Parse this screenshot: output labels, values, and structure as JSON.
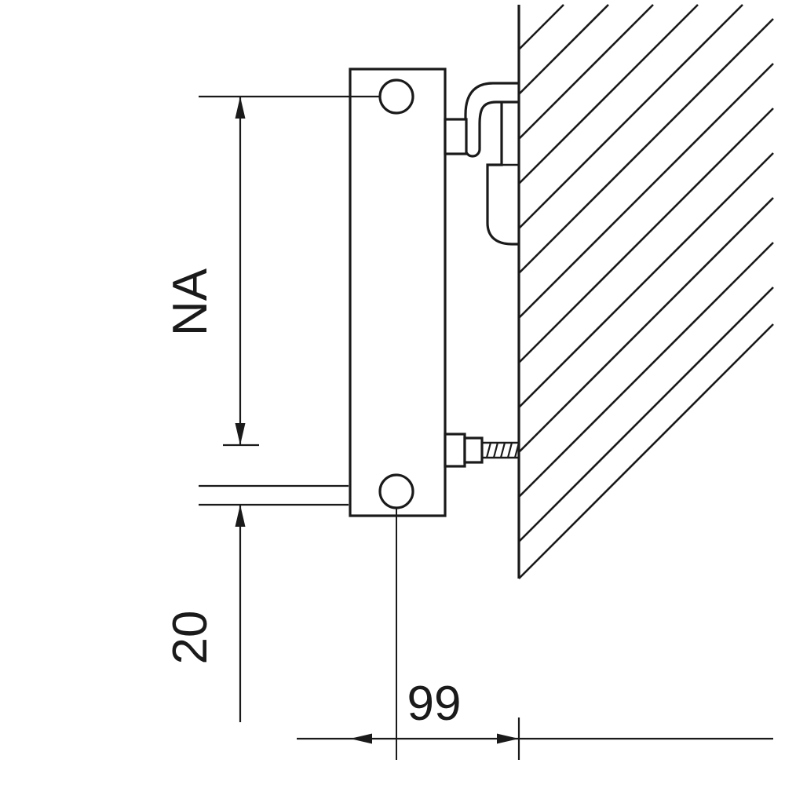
{
  "colors": {
    "background": "#ffffff",
    "line": "#1a1a1a"
  },
  "dimension_labels": {
    "hub_distance": "NA",
    "bottom_offset": "20",
    "wall_distance": "99"
  }
}
